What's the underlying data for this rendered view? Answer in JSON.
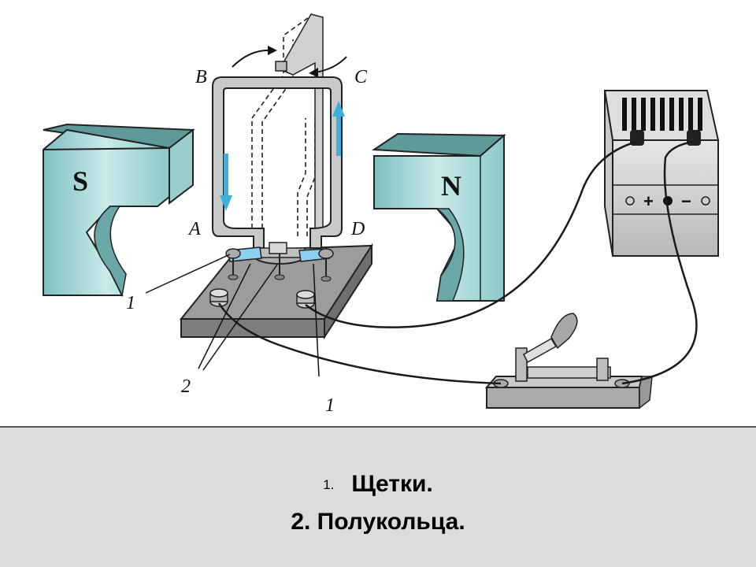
{
  "diagram": {
    "poles": {
      "left": "S",
      "right": "N"
    },
    "frame_labels": {
      "a": "A",
      "b": "B",
      "c": "C",
      "d": "D"
    },
    "callouts": {
      "brush_left": "1",
      "brush_right": "1",
      "half_rings": "2"
    },
    "source_terminals": {
      "plus": "+",
      "minus": "−"
    },
    "colors": {
      "magnet": "#a9d6d6",
      "magnet_top": "#5f9b9b",
      "frame": "#c7c7c7",
      "arrow": "#3fb0d8",
      "board": "#9a9a9a",
      "wire": "#1a1a1a"
    }
  },
  "caption": {
    "item1_number": "1.",
    "item1_text": "Щетки.",
    "item2": "2. Полукольца."
  }
}
